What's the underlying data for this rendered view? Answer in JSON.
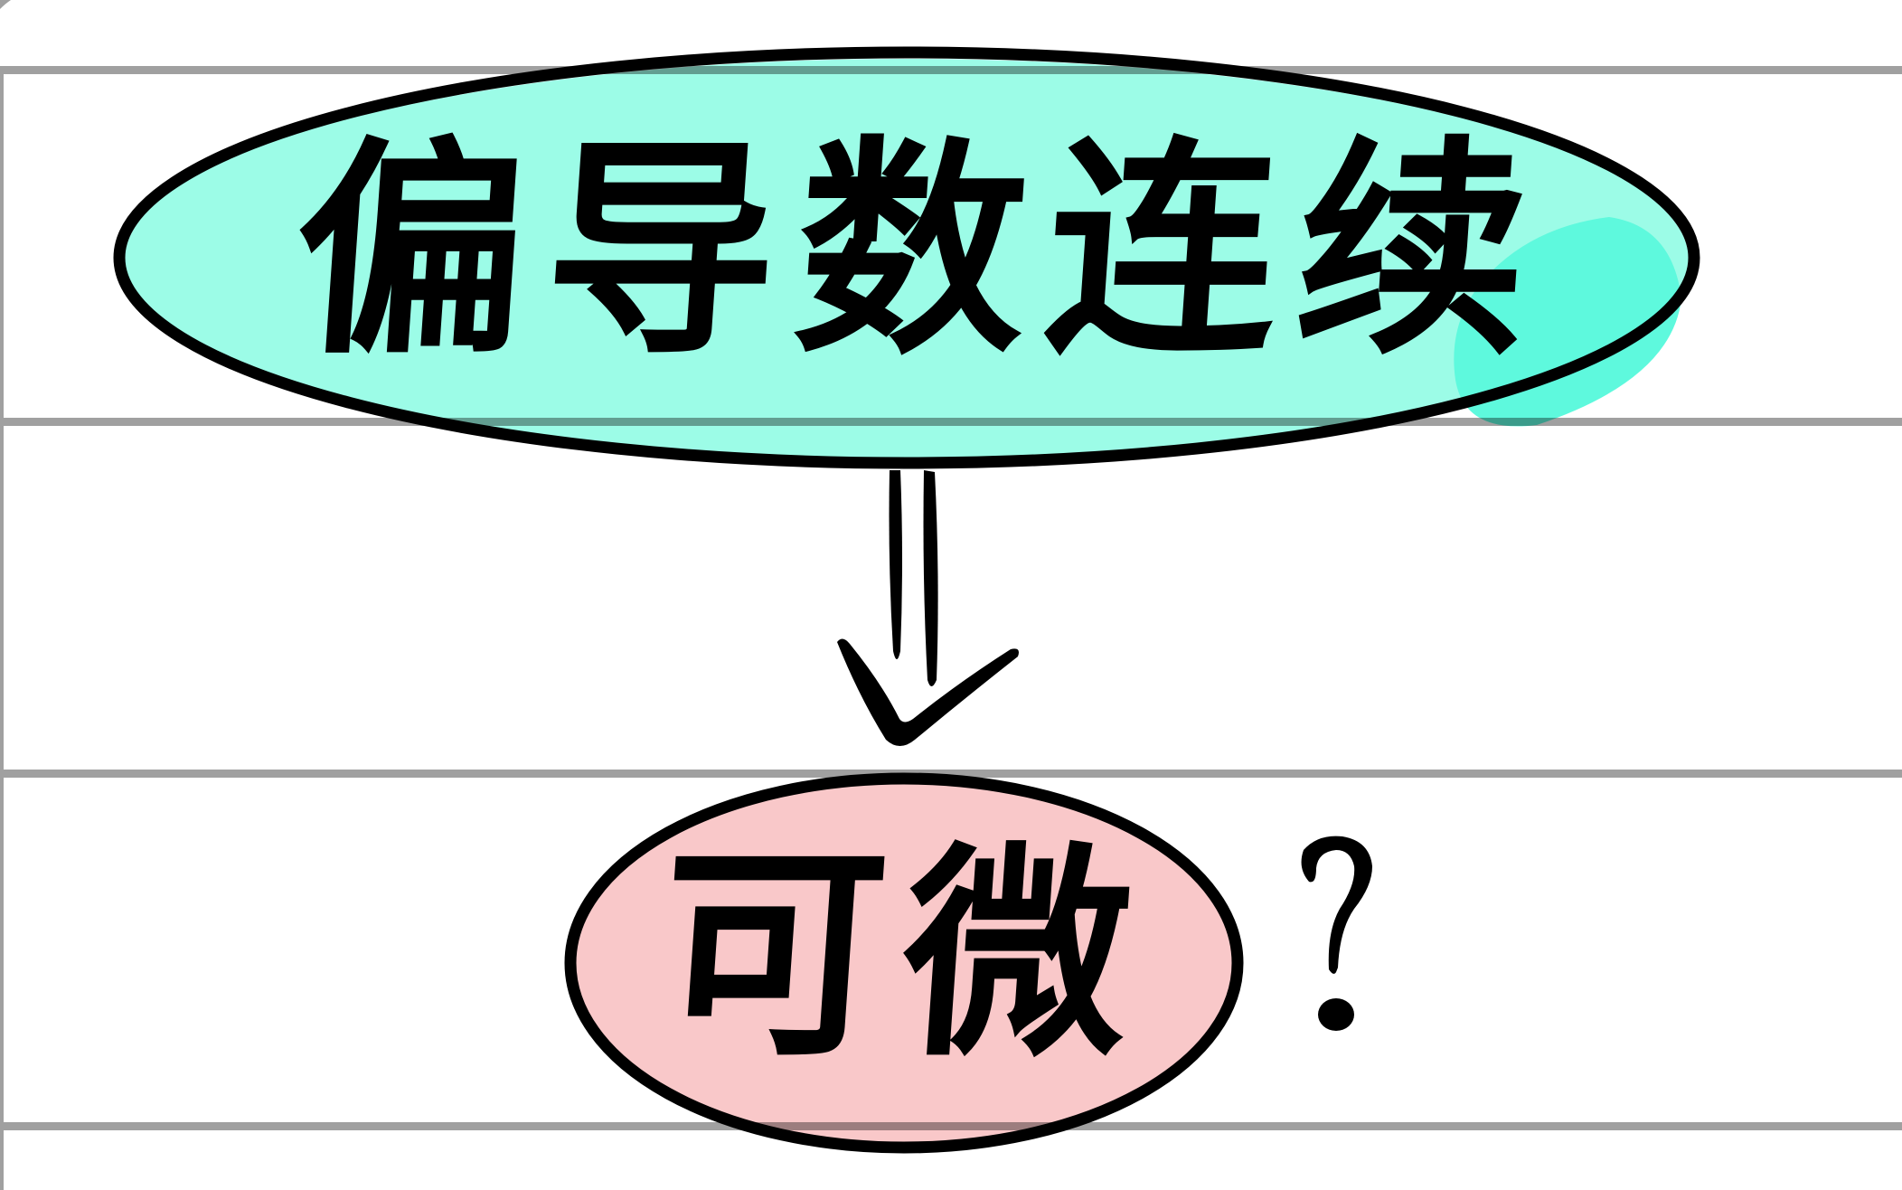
{
  "diagram": {
    "premise": {
      "text": "偏导数连续",
      "fill": "#9CFCE7",
      "highlight": "#5EF9DD",
      "stroke": "#000000"
    },
    "arrow": {
      "type": "double-arrow-down",
      "meaning": "implies"
    },
    "conclusion": {
      "text": "可微",
      "fill": "#F9C8C9",
      "stroke": "#000000"
    },
    "question_mark": "?"
  },
  "paper": {
    "background": "#FFFFFF",
    "rule_color": "#A0A0A0",
    "rule_positions_y": [
      77,
      466,
      855,
      1245
    ]
  }
}
